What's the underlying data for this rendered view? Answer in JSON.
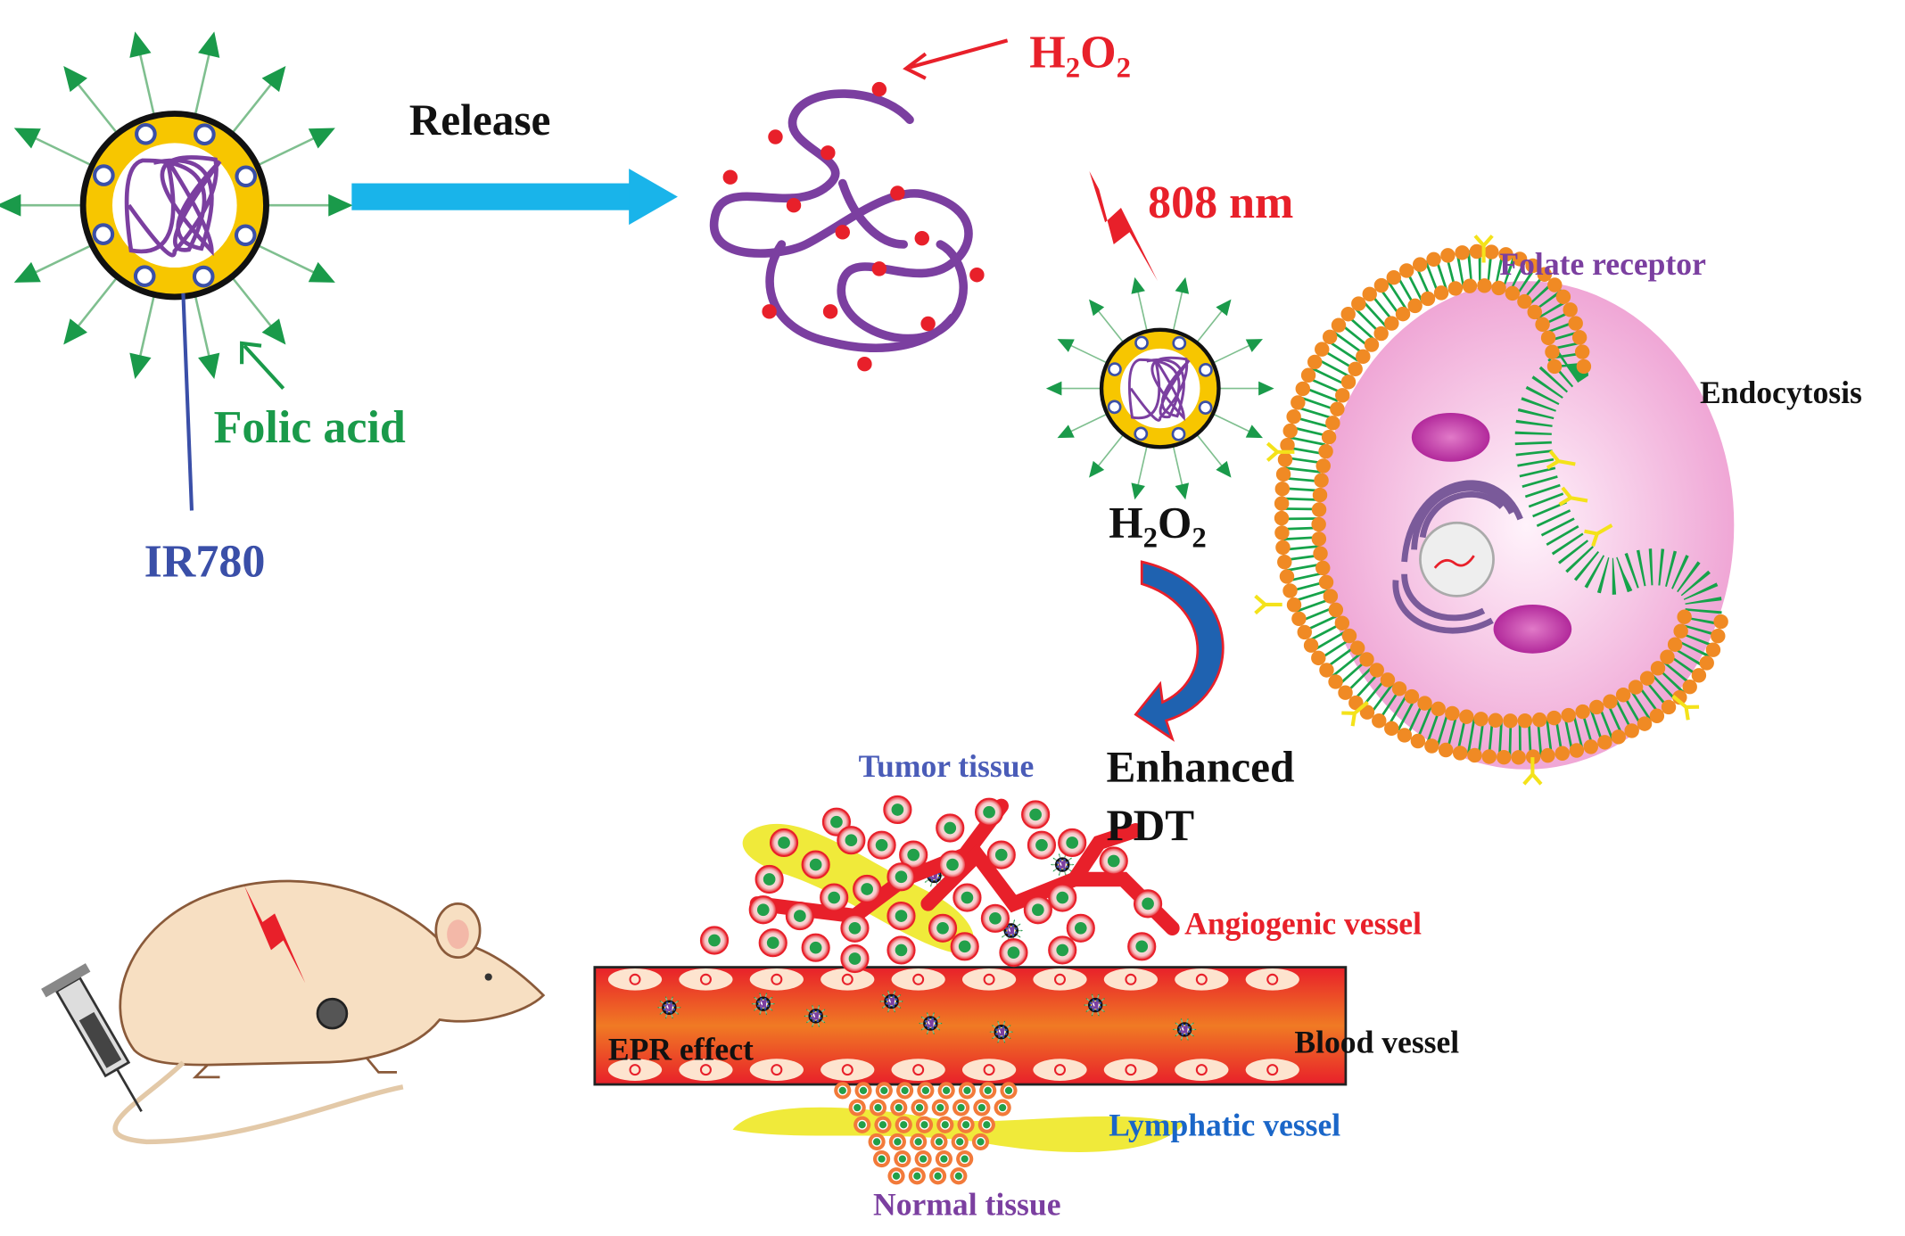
{
  "labels": {
    "h2o2_top": {
      "main": "H",
      "sub1": "2",
      "mid": "O",
      "sub2": "2"
    },
    "release": "Release",
    "laser": "808 nm",
    "folate_receptor": "Folate receptor",
    "endocytosis": "Endocytosis",
    "folic_acid": "Folic acid",
    "ir780": "IR780",
    "h2o2_mid": {
      "main": "H",
      "sub1": "2",
      "mid": "O",
      "sub2": "2"
    },
    "enhanced": "Enhanced",
    "pdt": "PDT",
    "tumor_tissue": "Tumor tissue",
    "angiogenic_vessel": "Angiogenic vessel",
    "epr_effect": "EPR  effect",
    "blood_vessel": "Blood vessel",
    "lymphatic_vessel": "Lymphatic vessel",
    "normal_tissue": "Normal tissue"
  },
  "colors": {
    "red": "#e8202a",
    "green": "#1a9a4a",
    "blue": "#3a4fa8",
    "purple": "#7b3fa0",
    "cyan_arrow": "#19b4ea",
    "yellow": "#f7c600",
    "orange": "#f08a24",
    "cell_pink": "#f2bfe0"
  }
}
